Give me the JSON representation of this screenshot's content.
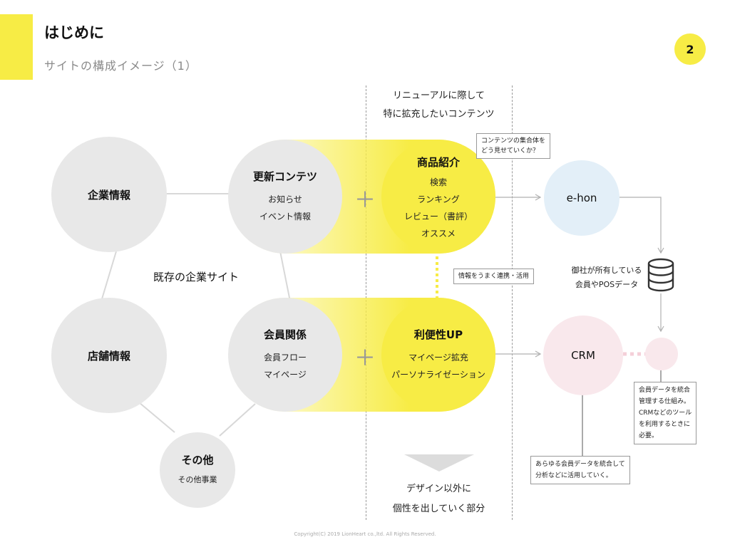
{
  "header": {
    "title": "はじめに",
    "subtitle": "サイトの構成イメージ（1）",
    "page_number": "2"
  },
  "top_caption": {
    "line1": "リニューアルに際して",
    "line2": "特に拡充したいコンテンツ"
  },
  "nodes": {
    "company_info": "企業情報",
    "update_content": {
      "title": "更新コンテツ",
      "items": [
        "お知らせ",
        "イベント情報"
      ]
    },
    "products": {
      "title": "商品紹介",
      "items": [
        "検索",
        "ランキング",
        "レビュー（書評）",
        "オススメ"
      ]
    },
    "ehon": "e-hon",
    "existing_site": "既存の企業サイト",
    "store_info": "店舗情報",
    "membership": {
      "title": "会員関係",
      "items": [
        "会員フロー",
        "マイページ"
      ]
    },
    "convenience": {
      "title": "利便性UP",
      "items": [
        "マイページ拡充",
        "パーソナライゼーション"
      ]
    },
    "crm": "CRM",
    "others": {
      "title": "その他",
      "items": [
        "その他事業"
      ]
    }
  },
  "notes": {
    "content_set": [
      "コンテンツの集合体を",
      "どう見せていくか？"
    ],
    "info_link": "情報をうまく連携・活用",
    "database": [
      "御社が所有している",
      "会員やPOSデータ"
    ],
    "member_data": [
      "会員データを統合",
      "管理する仕組み。",
      "CRMなどのツール",
      "を利用するときに",
      "必要。"
    ],
    "crm_note": [
      "あらゆる会員データを統合して",
      "分析などに活用していく。"
    ]
  },
  "bottom_caption": {
    "line1": "デザイン以外に",
    "line2": "個性を出していく部分"
  },
  "plus_sign": "＋",
  "icons": [
    "database-icon",
    "arrow-right-icon",
    "arrow-down-icon",
    "triangle-down-icon"
  ],
  "colors": {
    "accent_yellow": "#f7ec45",
    "grey_circle": "#e8e8e8",
    "ehon_blue": "#e3eff8",
    "crm_pink": "#f9e8ec",
    "arrow_grey": "#b0b0b0"
  },
  "footer": {
    "copyright": "Copyright(C) 2019 LionHeart co.,ltd. All Rights Reserved."
  }
}
